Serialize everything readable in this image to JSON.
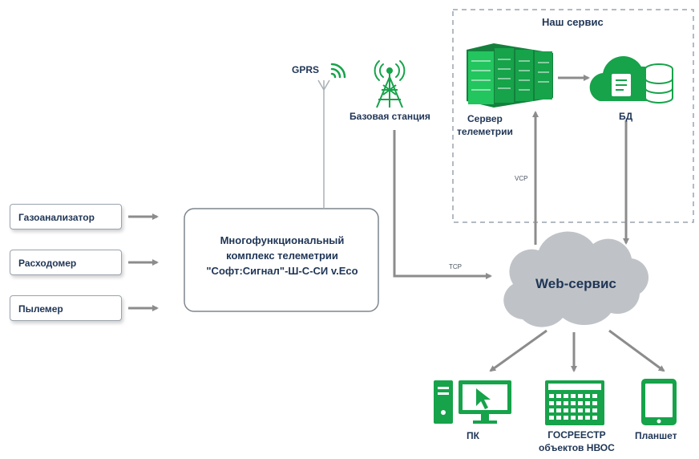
{
  "service_area": {
    "title": "Наш сервис"
  },
  "radio": {
    "gprs_label": "GPRS",
    "base_station_label": "Базовая станция"
  },
  "sensors": [
    {
      "label": "Газоанализатор"
    },
    {
      "label": "Расходомер"
    },
    {
      "label": "Пылемер"
    }
  ],
  "complex": {
    "lines": [
      "Многофункциональный",
      "комплекс телеметрии",
      "\"Софт:Сигнал\"-Ш-С-СИ v.Eco"
    ]
  },
  "server": {
    "lines": [
      "Сервер",
      "телеметрии"
    ]
  },
  "database": {
    "label": "БД"
  },
  "web_service": {
    "label": "Web-сервис"
  },
  "links": {
    "tcp_label": "TCP",
    "vcp_label": "VCP"
  },
  "clients": [
    {
      "lines": [
        "ПК"
      ]
    },
    {
      "lines": [
        "ГОСРЕЕСТР",
        "объектов НВОС"
      ]
    },
    {
      "lines": [
        "Планшет"
      ]
    }
  ],
  "colors": {
    "green": "#16a34a",
    "dark_blue": "#1f3556",
    "arrow_gray": "#8c8c8c",
    "cloud_gray": "#bfc3c7"
  }
}
